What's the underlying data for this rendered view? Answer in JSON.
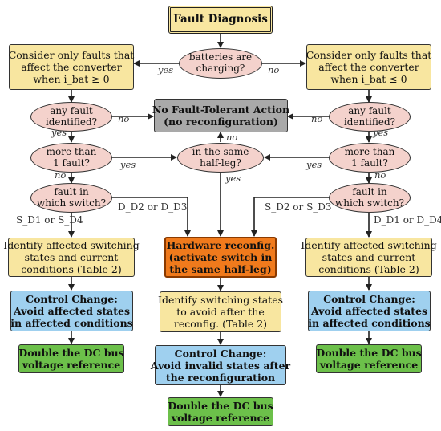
{
  "colors": {
    "yellow": "#f8e6a0",
    "pink": "#f4d2cc",
    "gray": "#a9a9a9",
    "orange": "#f07a1c",
    "blue": "#9fd0ef",
    "green": "#6cc04a"
  },
  "nodes": {
    "start": "Fault Diagnosis",
    "left_consider": [
      "Consider only faults that",
      "affect the converter",
      "when  i_bat ≥ 0"
    ],
    "right_consider": [
      "Consider only faults that",
      "affect the converter",
      "when  i_bat ≤ 0"
    ],
    "charging": [
      "batteries are",
      "charging?"
    ],
    "no_action": [
      "No Fault-Tolerant Action",
      "(no reconfiguration)"
    ],
    "any_fault_left": [
      "any fault",
      "identified?"
    ],
    "any_fault_right": [
      "any fault",
      "identified?"
    ],
    "more_left": [
      "more than",
      "1 fault?"
    ],
    "more_right": [
      "more than",
      "1 fault?"
    ],
    "same_half_leg": [
      "in the same",
      "half-leg?"
    ],
    "which_left": [
      "fault in",
      "which switch?"
    ],
    "which_right": [
      "fault in",
      "which switch?"
    ],
    "identify_left": [
      "Identify affected switching",
      "states and current",
      "conditions (Table 2)"
    ],
    "identify_right": [
      "Identify affected switching",
      "states and current",
      "conditions (Table 2)"
    ],
    "hw_reconfig": [
      "Hardware reconfig.",
      "(activate switch in",
      "the same half-leg)"
    ],
    "identify_mid": [
      "Identify switching states",
      "to avoid after the",
      "reconfig. (Table 2)"
    ],
    "control_left": [
      "Control Change:",
      "Avoid affected states",
      "in affected conditions"
    ],
    "control_right": [
      "Control Change:",
      "Avoid affected states",
      "in affected conditions"
    ],
    "control_mid": [
      "Control Change:",
      "Avoid invalid states after",
      "the reconfiguration"
    ],
    "double_left": [
      "Double the DC bus",
      "voltage reference"
    ],
    "double_right": [
      "Double the DC bus",
      "voltage reference"
    ],
    "double_mid": [
      "Double the DC bus",
      "voltage reference"
    ]
  },
  "labels": {
    "yes": "yes",
    "no": "no",
    "sw_left_a": "S_D1 or S_D4",
    "sw_left_b": "D_D2 or D_D3",
    "sw_right_a": "S_D2 or S_D3",
    "sw_right_b": "D_D1 or D_D4"
  }
}
